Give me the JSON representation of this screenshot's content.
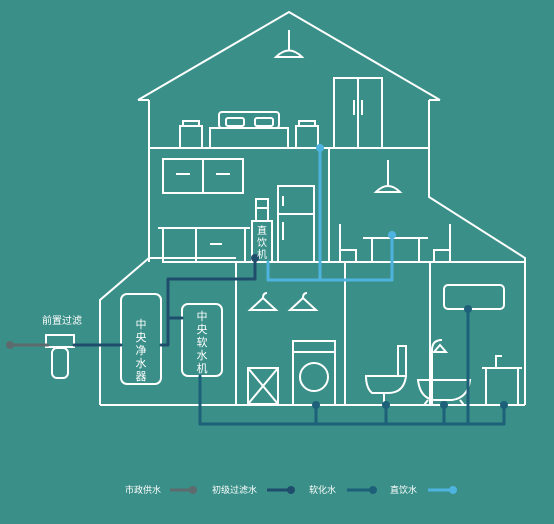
{
  "labels": {
    "pre_filter": "前置过滤",
    "central_purifier": [
      "中",
      "央",
      "净",
      "水",
      "器"
    ],
    "central_softener": [
      "中",
      "央",
      "软",
      "水",
      "机"
    ],
    "direct_drinker": [
      "直",
      "饮",
      "机"
    ]
  },
  "legend": [
    {
      "label": "市政供水",
      "color": "#5e6b6e"
    },
    {
      "label": "初级过滤水",
      "color": "#1f4d6b"
    },
    {
      "label": "软化水",
      "color": "#1e607a"
    },
    {
      "label": "直饮水",
      "color": "#4fb3e0"
    }
  ],
  "colors": {
    "background": "#3a8f88",
    "outline": "#ffffff",
    "municipal": "#5e6b6e",
    "primary_filtered": "#1f4d6b",
    "softened": "#1e607a",
    "direct_drink": "#4fb3e0"
  }
}
